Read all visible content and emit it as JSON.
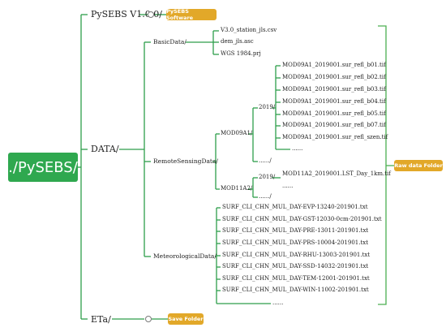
{
  "root": "./PySEBS/",
  "level1": {
    "version": "PySEBS V1.0.0/",
    "data": "DATA/",
    "eta": "ETa/"
  },
  "level2": {
    "basic": "BasicData/",
    "remote": "RemoteSensingData/",
    "meteo": "MeteorologicalData/"
  },
  "basic_files": [
    "V3.0_station_jls.csv",
    "dem_jls.asc",
    "WGS 1984.prj"
  ],
  "remote": {
    "mod09": "MOD09A1/",
    "mod11": "MOD11A2/",
    "year": "2019/",
    "more_dir": "....../",
    "mod09_files": [
      "MOD09A1_2019001.sur_refl_b01.tif",
      "MOD09A1_2019001.sur_refl_b02.tif",
      "MOD09A1_2019001.sur_refl_b03.tif",
      "MOD09A1_2019001.sur_refl_b04.tif",
      "MOD09A1_2019001.sur_refl_b05.tif",
      "MOD09A1_2019001.sur_refl_b07.tif",
      "MOD09A1_2019001.sur_refl_szen.tif"
    ],
    "mod11_file": "MOD11A2_2019001.LST_Day_1km.tif",
    "ellipsis": "......"
  },
  "meteo_files": [
    "SURF_CLI_CHN_MUL_DAY-EVP-13240-201901.txt",
    "SURF_CLI_CHN_MUL_DAY-GST-12030-0cm-201901.txt",
    "SURF_CLI_CHN_MUL_DAY-PRE-13011-201901.txt",
    "SURF_CLI_CHN_MUL_DAY-PRS-10004-201901.txt",
    "SURF_CLI_CHN_MUL_DAY-RHU-13003-201901.txt",
    "SURF_CLI_CHN_MUL_DAY-SSD-14032-201901.txt",
    "SURF_CLI_CHN_MUL_DAY-TEM-12001-201901.txt",
    "SURF_CLI_CHN_MUL_DAY-WIN-11002-201901.txt"
  ],
  "meteo_ellipsis": "......",
  "tags": {
    "software": "PySEBS Software",
    "raw": "Raw data Folder",
    "save": "Save Folder"
  },
  "colors": {
    "branch": "#2e9e4a",
    "root_fill": "#2fa84f",
    "tag_fill": "#e2a829",
    "bracket": "#4caf50"
  }
}
